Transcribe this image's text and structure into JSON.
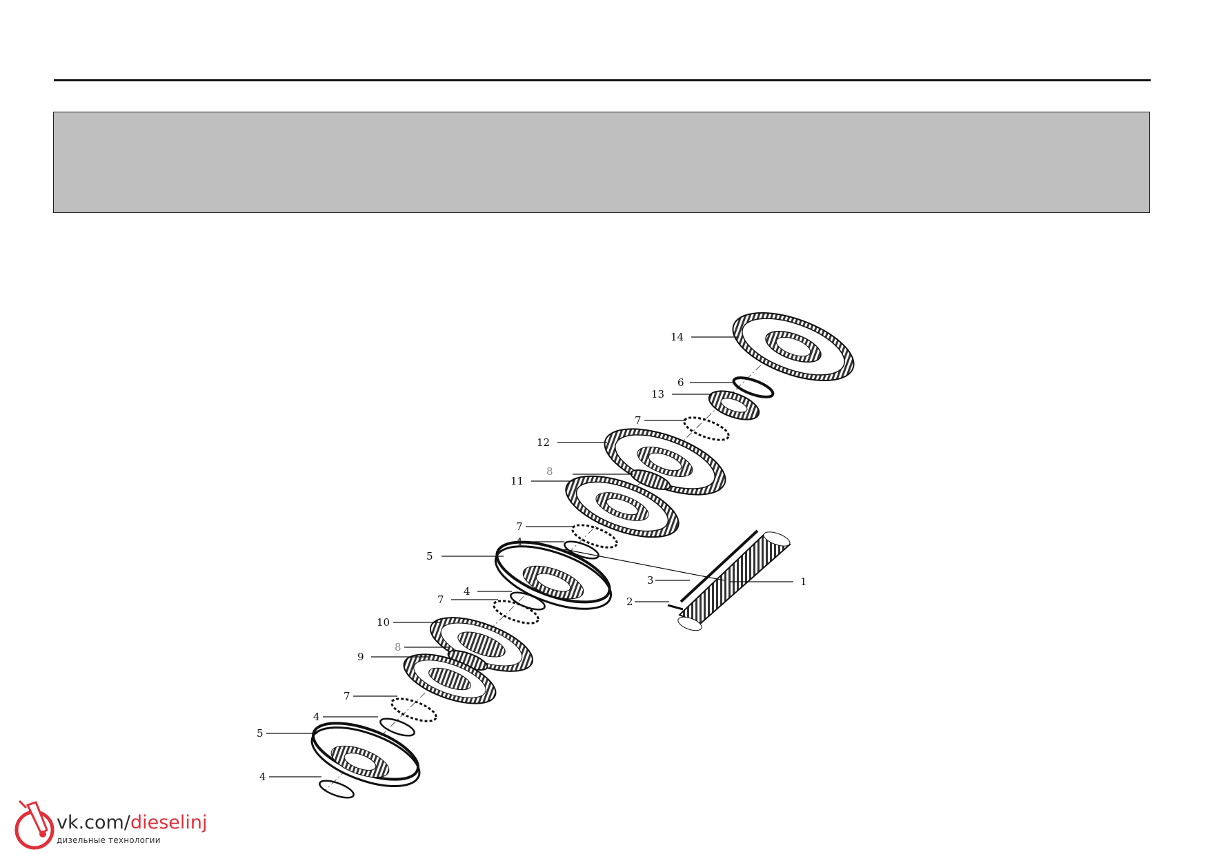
{
  "callouts": {
    "c1": "1",
    "c2": "2",
    "c3": "3",
    "c4a": "4",
    "c4b": "4",
    "c4c": "4",
    "c4d": "4",
    "c5a": "5",
    "c5b": "5",
    "c6": "6",
    "c7a": "7",
    "c7b": "7",
    "c7c": "7",
    "c7d": "7",
    "c8a": "8",
    "c8b": "8",
    "c9": "9",
    "c10": "10",
    "c11": "11",
    "c12": "12",
    "c13": "13",
    "c14": "14"
  },
  "logo": {
    "url_prefix": "vk.com/",
    "url_accent": "dieselinj",
    "subtitle": "дизельные технологии",
    "icon": "diesel-injector-icon"
  },
  "colors": {
    "band": "#bfbfbf",
    "ink": "#111111",
    "accent": "#e0303a"
  }
}
